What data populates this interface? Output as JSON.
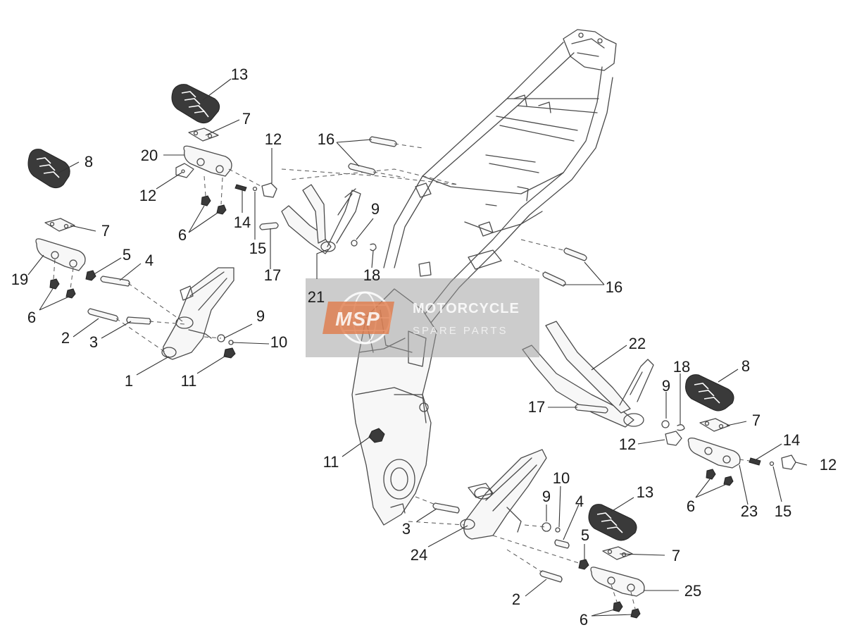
{
  "watermark": {
    "logo_text": "MSP",
    "line1": "MOTORCYCLE",
    "line2": "SPARE PARTS"
  },
  "callouts": [
    {
      "id": "c13a",
      "label": "13"
    },
    {
      "id": "c7a",
      "label": "7"
    },
    {
      "id": "c20",
      "label": "20"
    },
    {
      "id": "c12a",
      "label": "12"
    },
    {
      "id": "c12b",
      "label": "12"
    },
    {
      "id": "c8a",
      "label": "8"
    },
    {
      "id": "c6a",
      "label": "6"
    },
    {
      "id": "c14a",
      "label": "14"
    },
    {
      "id": "c15a",
      "label": "15"
    },
    {
      "id": "c17a",
      "label": "17"
    },
    {
      "id": "c7b",
      "label": "7"
    },
    {
      "id": "c19",
      "label": "19"
    },
    {
      "id": "c5a",
      "label": "5"
    },
    {
      "id": "c4a",
      "label": "4"
    },
    {
      "id": "c6b",
      "label": "6"
    },
    {
      "id": "c2a",
      "label": "2"
    },
    {
      "id": "c3a",
      "label": "3"
    },
    {
      "id": "c9a",
      "label": "9"
    },
    {
      "id": "c10a",
      "label": "10"
    },
    {
      "id": "c1",
      "label": "1"
    },
    {
      "id": "c11a",
      "label": "11"
    },
    {
      "id": "c16a",
      "label": "16"
    },
    {
      "id": "c9b",
      "label": "9"
    },
    {
      "id": "c18a",
      "label": "18"
    },
    {
      "id": "c21",
      "label": "21"
    },
    {
      "id": "c16b",
      "label": "16"
    },
    {
      "id": "c22",
      "label": "22"
    },
    {
      "id": "c18b",
      "label": "18"
    },
    {
      "id": "c8b",
      "label": "8"
    },
    {
      "id": "c9c",
      "label": "9"
    },
    {
      "id": "c17b",
      "label": "17"
    },
    {
      "id": "c7c",
      "label": "7"
    },
    {
      "id": "c14b",
      "label": "14"
    },
    {
      "id": "c12c",
      "label": "12"
    },
    {
      "id": "c12d",
      "label": "12"
    },
    {
      "id": "c11b",
      "label": "11"
    },
    {
      "id": "c10b",
      "label": "10"
    },
    {
      "id": "c4b",
      "label": "4"
    },
    {
      "id": "c9d",
      "label": "9"
    },
    {
      "id": "c13b",
      "label": "13"
    },
    {
      "id": "c6c",
      "label": "6"
    },
    {
      "id": "c23",
      "label": "23"
    },
    {
      "id": "c15b",
      "label": "15"
    },
    {
      "id": "c3b",
      "label": "3"
    },
    {
      "id": "c24",
      "label": "24"
    },
    {
      "id": "c5b",
      "label": "5"
    },
    {
      "id": "c7d",
      "label": "7"
    },
    {
      "id": "c2b",
      "label": "2"
    },
    {
      "id": "c25",
      "label": "25"
    },
    {
      "id": "c6d",
      "label": "6"
    }
  ]
}
